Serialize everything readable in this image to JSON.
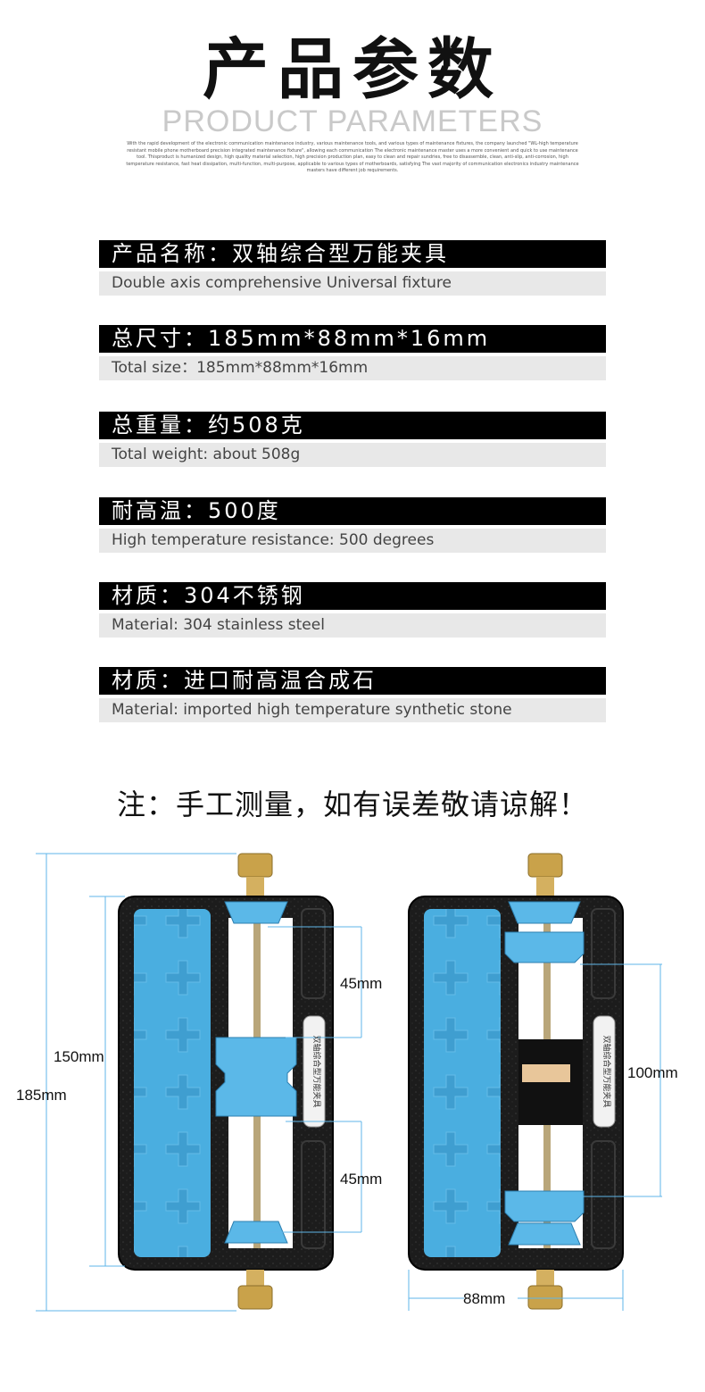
{
  "header": {
    "title_cn": "产品参数",
    "title_en": "PRODUCT PARAMETERS",
    "description": "With the rapid development of the electronic communication maintenance industry, various maintenance tools, and various types of maintenance fixtures, the company launched \"WL-high temperature resistant mobile phone motherboard precision integrated maintenance fixture\", allowing each communication      The electronic maintenance master uses a more convenient and quick to use maintenance tool. Thisproduct is humanized design, high quality material selection, high precision production plan, easy to clean and repair sundries, free to disassemble, clean, anti-slip, anti-corrosion, high temperature resistance, fast heat dissipation, multi-function, multi-purpose, applicable to various types of motherboards, satisfying The vast majority of communication electronics industry maintenance masters have different job requirements."
  },
  "specs": [
    {
      "cn": "产品名称：双轴综合型万能夹具",
      "en": "Double axis comprehensive Universal fixture"
    },
    {
      "cn": "总尺寸：185mm*88mm*16mm",
      "en": "Total size：185mm*88mm*16mm"
    },
    {
      "cn": "总重量：约508克",
      "en": "Total weight: about 508g"
    },
    {
      "cn": "耐高温：500度",
      "en": "High temperature resistance: 500 degrees"
    },
    {
      "cn": "材质：304不锈钢",
      "en": "Material: 304 stainless steel"
    },
    {
      "cn": "材质：进口耐高温合成石",
      "en": "Material: imported high temperature synthetic stone"
    }
  ],
  "note": "注：手工测量，如有误差敬请谅解！",
  "dimensions": {
    "total_height": "185mm",
    "inner_height": "150mm",
    "gap_top": "45mm",
    "gap_bottom": "45mm",
    "clamp_span": "100mm",
    "width": "88mm"
  },
  "fixture_label": "双轴综合型万能夹具",
  "colors": {
    "accent": "#4aaee0",
    "body": "#1a1a1a",
    "brass": "#c9a24a",
    "dim_line": "#5fb6e8"
  }
}
